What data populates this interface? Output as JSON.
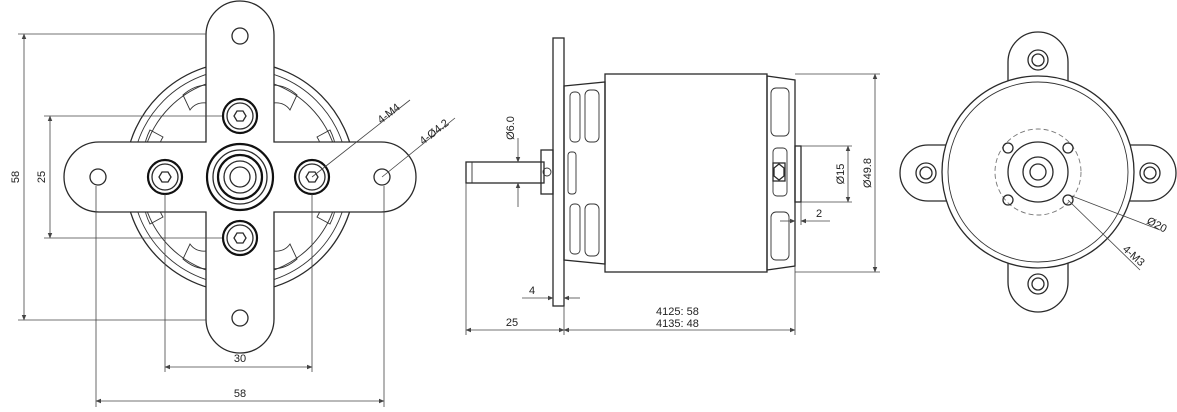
{
  "front_view": {
    "height_overall": "58",
    "mount_span_vertical": "25",
    "screw_label": "4-M4",
    "hole_label": "4-Ø4.2",
    "mount_span_horizontal": "30",
    "width_overall": "58"
  },
  "side_view": {
    "shaft_diameter": "Ø6.0",
    "flange_thickness": "4",
    "shaft_length": "25",
    "length_4125": "4125: 58",
    "length_4135": "4135: 48",
    "boss_diameter": "Ø15",
    "boss_length": "2",
    "body_diameter": "Ø49.8"
  },
  "rear_view": {
    "bolt_circle": "Ø20",
    "screw_label": "4-M3"
  }
}
